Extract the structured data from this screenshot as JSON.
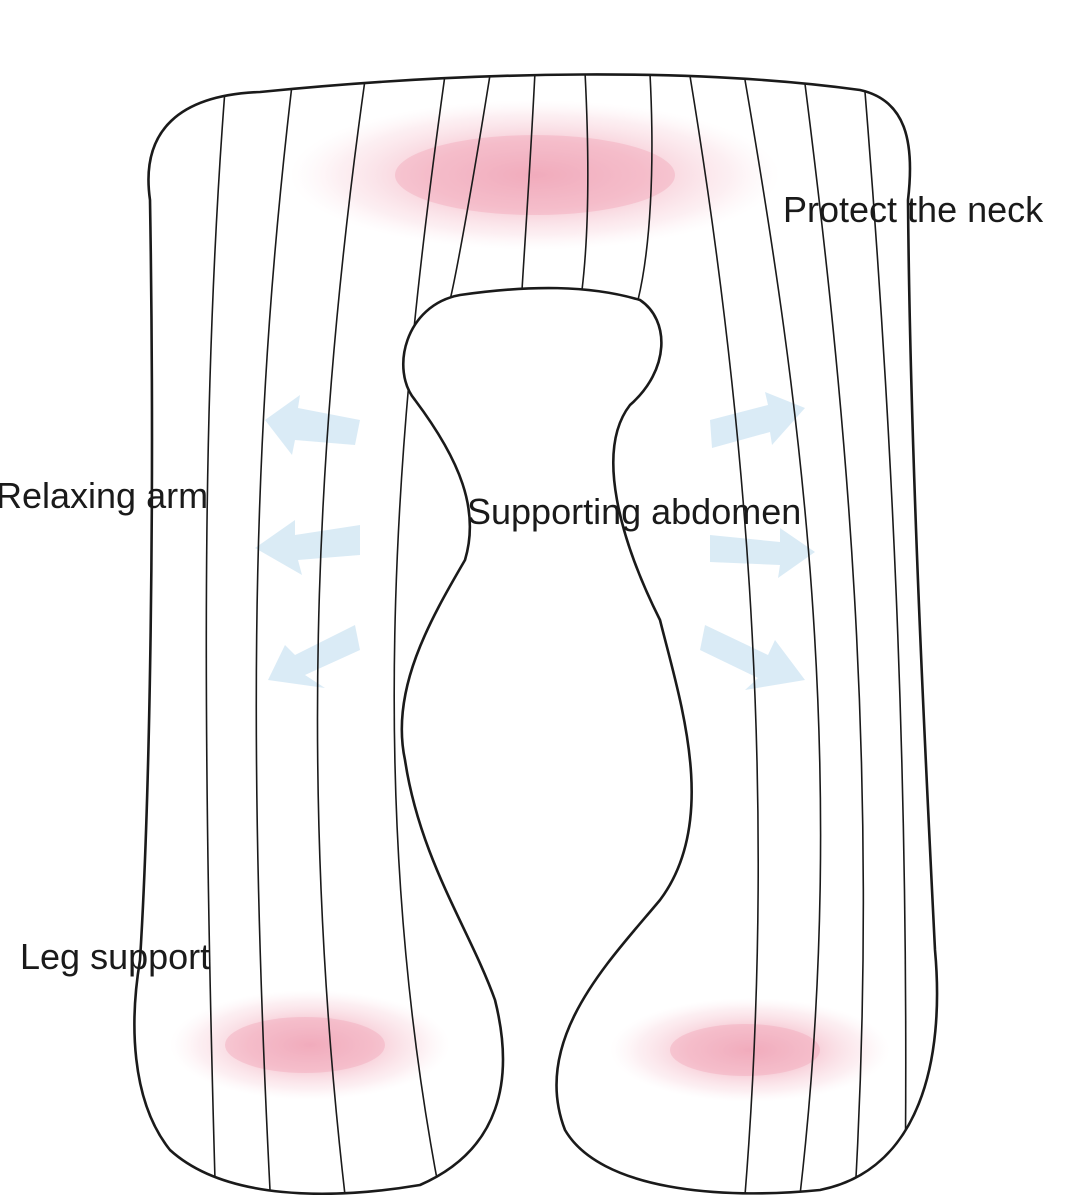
{
  "labels": {
    "neck": "Protect the neck",
    "arm": "Relaxing arm",
    "abdomen": "Supporting abdomen",
    "leg": "Leg support"
  },
  "colors": {
    "outline": "#1a1a1a",
    "pressure_zone": "#f0a9ba",
    "arrow": "#d6e9f5",
    "background": "#ffffff"
  },
  "icons": {
    "arrows": [
      "arrow-left-icon",
      "arrow-right-icon"
    ]
  }
}
